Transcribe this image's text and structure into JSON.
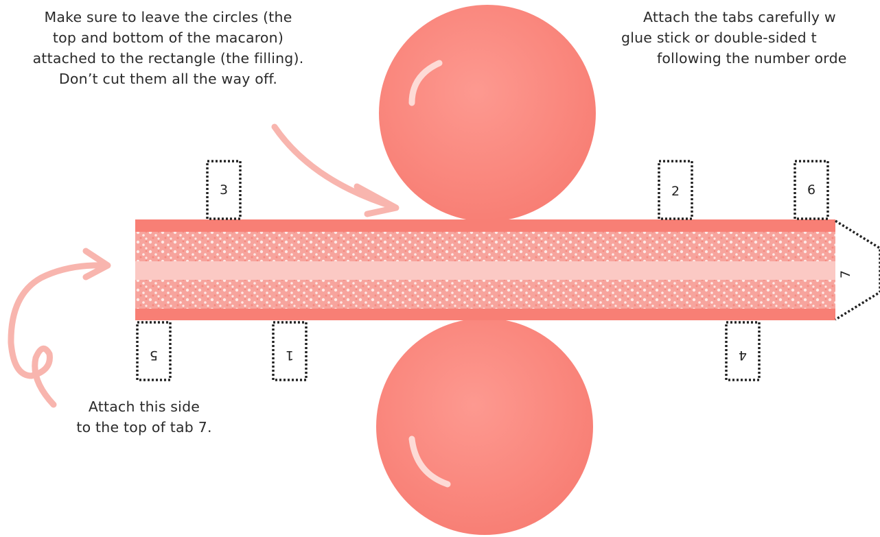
{
  "notes": {
    "top_left": [
      "Make sure to leave the circles (the",
      "top and bottom of the macaron)",
      "attached to the rectangle (the filling).",
      "Don’t cut them all the way off."
    ],
    "top_right": [
      "Attach the tabs carefully w",
      "glue stick or double-sided t",
      "following the number orde"
    ],
    "bottom_left": [
      "Attach this side",
      "to the top of tab 7."
    ]
  },
  "tabs": {
    "t1": "1",
    "t2": "2",
    "t3": "3",
    "t4": "4",
    "t5": "5",
    "t6": "6",
    "t7": "7"
  },
  "colors": {
    "macaron": "#fb8a80",
    "macaron_dark": "#f4776d",
    "filling_light": "#fbc9c4",
    "arrow": "#f8b5ae",
    "highlight": "#fde3df"
  }
}
